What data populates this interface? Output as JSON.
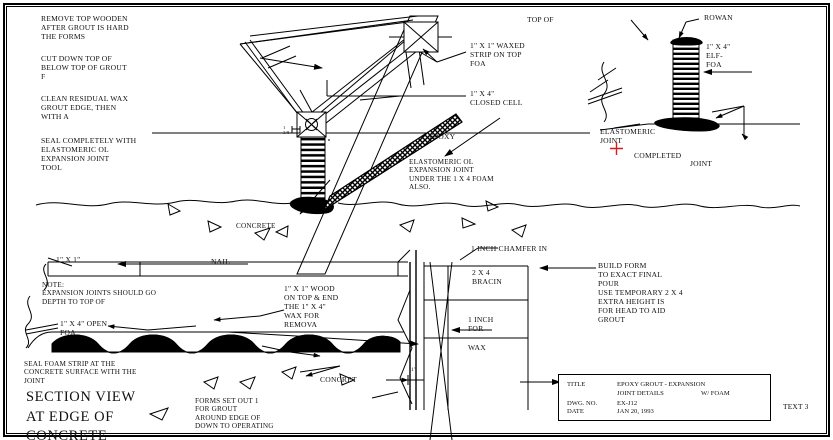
{
  "drawing": {
    "sheet_label": "TEXT 3",
    "section_title": "SECTION VIEW\nAT EDGE OF\nCONCRETE"
  },
  "title_block": {
    "label_title": "TITLE",
    "label_dwg_no": "DWG. NO.",
    "label_date": "DATE",
    "title_line1": "EPOXY GROUT -  EXPANSION",
    "title_line2": "JOINT DETAILS",
    "title_line2_right": "W/ FOAM",
    "dwg_no": "EX-J12",
    "date": "JAN 20, 1993"
  },
  "upper_view": {
    "note_remove": "REMOVE TOP WOODEN\nAFTER GROUT IS HARD\nTHE FORMS",
    "note_cut": "CUT DOWN TOP OF\nBELOW TOP OF GROUT\nF",
    "note_clean": "CLEAN RESIDUAL WAX\nGROUT EDGE, THEN\nWITH A",
    "note_seal": "SEAL COMPLETELY WITH\nELASTOMERIC OL\nEXPANSION JOINT\nTOOL",
    "label_waxed_strip": "1\" X 1\" WAXED\nSTRIP ON TOP\nFOA",
    "label_closed_cell": "1\" X 4\"\nCLOSED CELL",
    "label_top_of": "TOP OF",
    "label_epoxy": "EPOXY",
    "label_elastomeric_under": "ELASTOMERIC OL\nEXPANSION JOINT\nUNDER THE 1 X 4 FOAM\nALSO.",
    "label_concrete": "CONCRETE",
    "label_rowan": "ROWAN",
    "label_ef_foam": "1\" X 4\"\nELF-\nFOA",
    "label_elastomeric_joint": "ELASTOMERIC\nJOINT",
    "label_completed_joint": "COMPLETED",
    "label_joint": "JOINT",
    "dim_small": "1\n3/8"
  },
  "lower_view": {
    "label_1x1": "1\" X 1\"",
    "label_nail": "NAIL",
    "note_expansion": "NOTE:\nEXPANSION JOINTS SHOULD GO\nDEPTH TO TOP OF",
    "label_open_foam": "1\" X 4\" OPEN\nFOA",
    "note_seal_foam": "SEAL FOAM STRIP AT THE\nCONCRETE SURFACE WITH THE\nJOINT",
    "label_wood_wax": "1\" X 1\" WOOD\nON TOP & END\nTHE 1\" X 4\"\nWAX FOR\nREMOVA",
    "label_chamfer": "1 INCH CHAMFER IN",
    "label_2x4_bracing": "2 X 4\nBRACIN",
    "label_1inch_wax": "1 INCH\nFOR",
    "label_wax": "WAX",
    "label_concrete": "CONCRET",
    "note_build_form": "BUILD FORM\nTO EXACT FINAL\nPOUR\nUSE TEMPORARY 2 X 4\nEXTRA HEIGHT IS\nFOR HEAD TO AID\nGROUT",
    "note_forms_set": "FORMS SET OUT 1\nFOR GROUT\nAROUND EDGE OF\nDOWN TO OPERATING",
    "dim_one_inch": "1\""
  },
  "colors": {
    "ink": "#000000",
    "paper": "#ffffff",
    "red_mark": "#d81c1c"
  }
}
